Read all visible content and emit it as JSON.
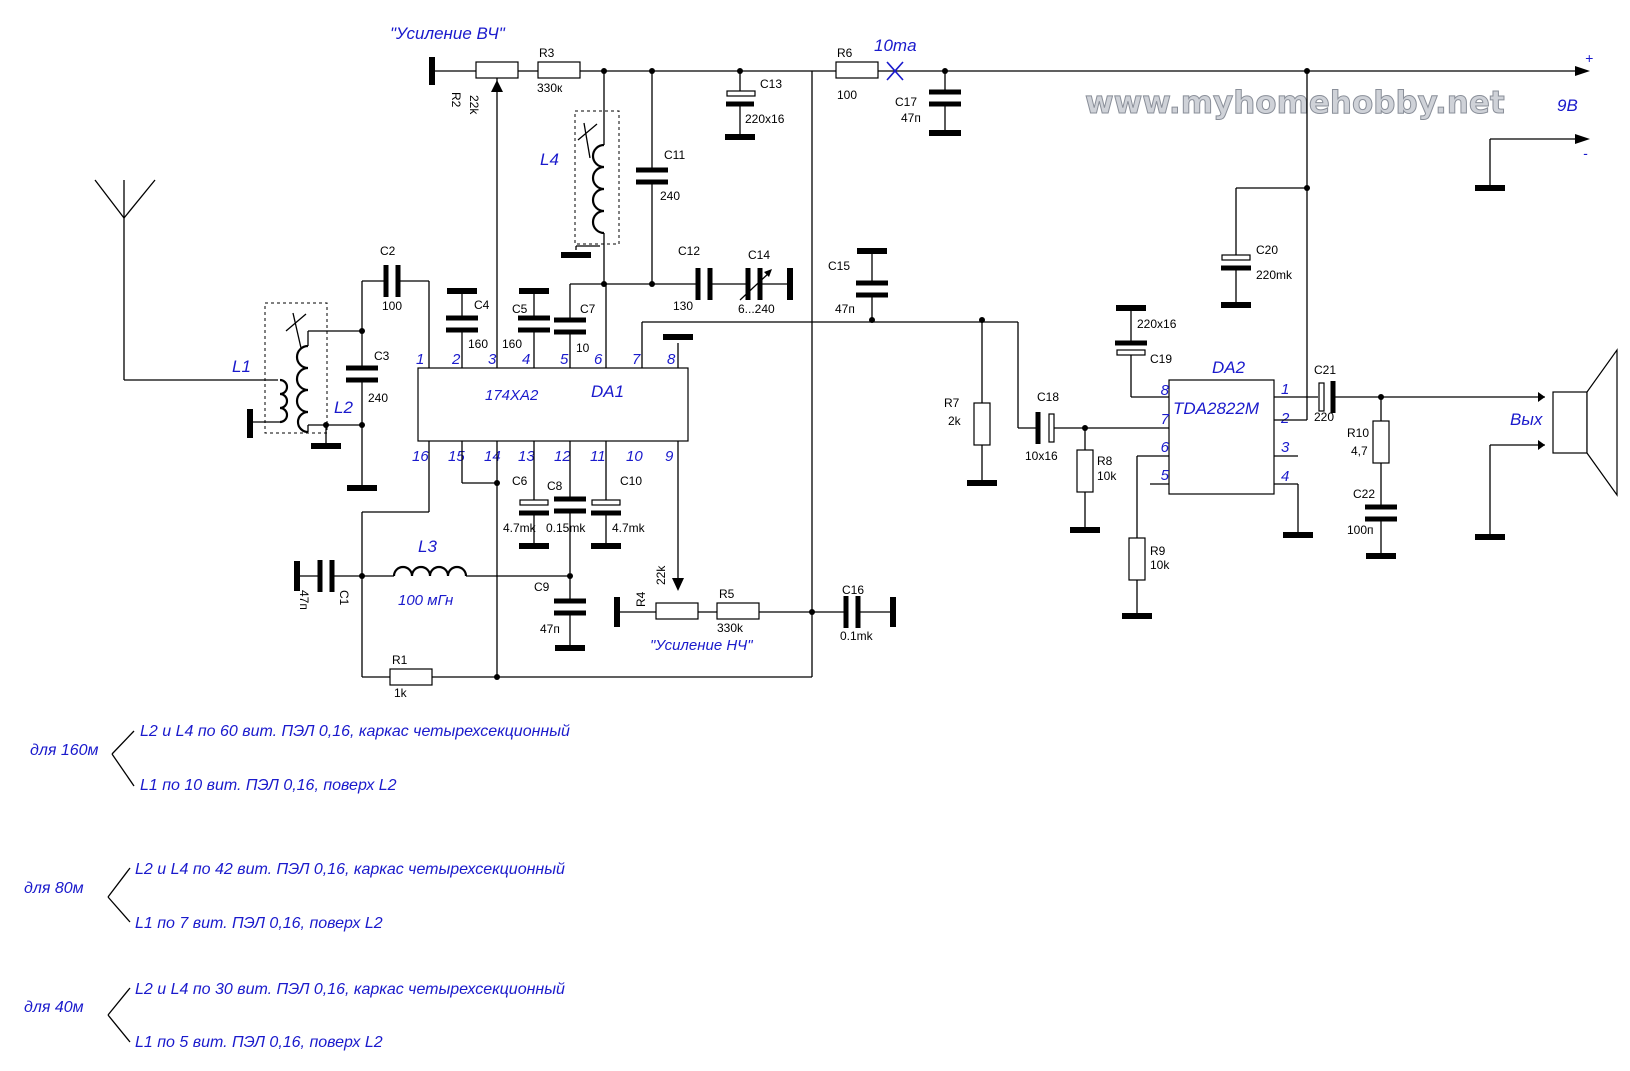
{
  "watermark": "www.myhomehobby.net",
  "labels": {
    "rf_gain": "\"Усиление ВЧ\"",
    "af_gain": "\"Усиление НЧ\"",
    "current": "10ma",
    "supply": "9В",
    "plus": "+",
    "minus": "-",
    "output": "Вых",
    "l3_value": "100 мГн"
  },
  "ics": {
    "da1": {
      "name": "DA1",
      "type": "174ХА2",
      "top_pins": [
        "1",
        "2",
        "3",
        "4",
        "5",
        "6",
        "7",
        "8"
      ],
      "bottom_pins": [
        "16",
        "15",
        "14",
        "13",
        "12",
        "11",
        "10",
        "9"
      ]
    },
    "da2": {
      "name": "DA2",
      "type": "TDA2822M",
      "left_pins": [
        "8",
        "7",
        "6",
        "5"
      ],
      "right_pins": [
        "1",
        "2",
        "3",
        "4"
      ]
    }
  },
  "components": {
    "C1": {
      "name": "C1",
      "value": "47п"
    },
    "C2": {
      "name": "C2",
      "value": "100"
    },
    "C3": {
      "name": "C3",
      "value": "240"
    },
    "C4": {
      "name": "C4",
      "value": "160"
    },
    "C5": {
      "name": "C5",
      "value": "160"
    },
    "C6": {
      "name": "C6",
      "value": "4.7mk"
    },
    "C7": {
      "name": "C7",
      "value": "10"
    },
    "C8": {
      "name": "C8",
      "value": "0.15mk"
    },
    "C9": {
      "name": "C9",
      "value": "47п"
    },
    "C10": {
      "name": "C10",
      "value": "4.7mk"
    },
    "C11": {
      "name": "C11",
      "value": "240"
    },
    "C12": {
      "name": "C12",
      "value": "130"
    },
    "C13": {
      "name": "C13",
      "value": "220x16"
    },
    "C14": {
      "name": "C14",
      "value": "6...240"
    },
    "C15": {
      "name": "C15",
      "value": "47п"
    },
    "C16": {
      "name": "C16",
      "value": "0.1mk"
    },
    "C17": {
      "name": "C17",
      "value": "47п"
    },
    "C18": {
      "name": "C18",
      "value": "10x16"
    },
    "C19": {
      "name": "C19",
      "value": "220x16"
    },
    "C20": {
      "name": "C20",
      "value": "220mk"
    },
    "C21": {
      "name": "C21",
      "value": "220"
    },
    "C22": {
      "name": "C22",
      "value": "100п"
    },
    "R1": {
      "name": "R1",
      "value": "1k"
    },
    "R2": {
      "name": "R2",
      "value": "22k"
    },
    "R3": {
      "name": "R3",
      "value": "330к"
    },
    "R4": {
      "name": "R4",
      "value": "22k"
    },
    "R5": {
      "name": "R5",
      "value": "330k"
    },
    "R6": {
      "name": "R6",
      "value": "100"
    },
    "R7": {
      "name": "R7",
      "value": "2k"
    },
    "R8": {
      "name": "R8",
      "value": "10k"
    },
    "R9": {
      "name": "R9",
      "value": "10k"
    },
    "R10": {
      "name": "R10",
      "value": "4,7"
    },
    "L1": {
      "name": "L1"
    },
    "L2": {
      "name": "L2"
    },
    "L3": {
      "name": "L3"
    },
    "L4": {
      "name": "L4"
    }
  },
  "notes": [
    {
      "band": "для 160м",
      "line1": "L2 и  L4  по 60 вит. ПЭЛ 0,16, каркас четырехсекционный",
      "line2": "L1  по 10 вит. ПЭЛ 0,16, поверх L2"
    },
    {
      "band": "для 80м",
      "line1": "L2 и  L4  по 42 вит. ПЭЛ 0,16, каркас четырехсекционный",
      "line2": "L1  по 7 вит. ПЭЛ 0,16, поверх L2"
    },
    {
      "band": "для 40м",
      "line1": "L2 и  L4  по 30 вит. ПЭЛ 0,16, каркас четырехсекционный",
      "line2": "L1  по 5 вит. ПЭЛ 0,16, поверх L2"
    }
  ]
}
